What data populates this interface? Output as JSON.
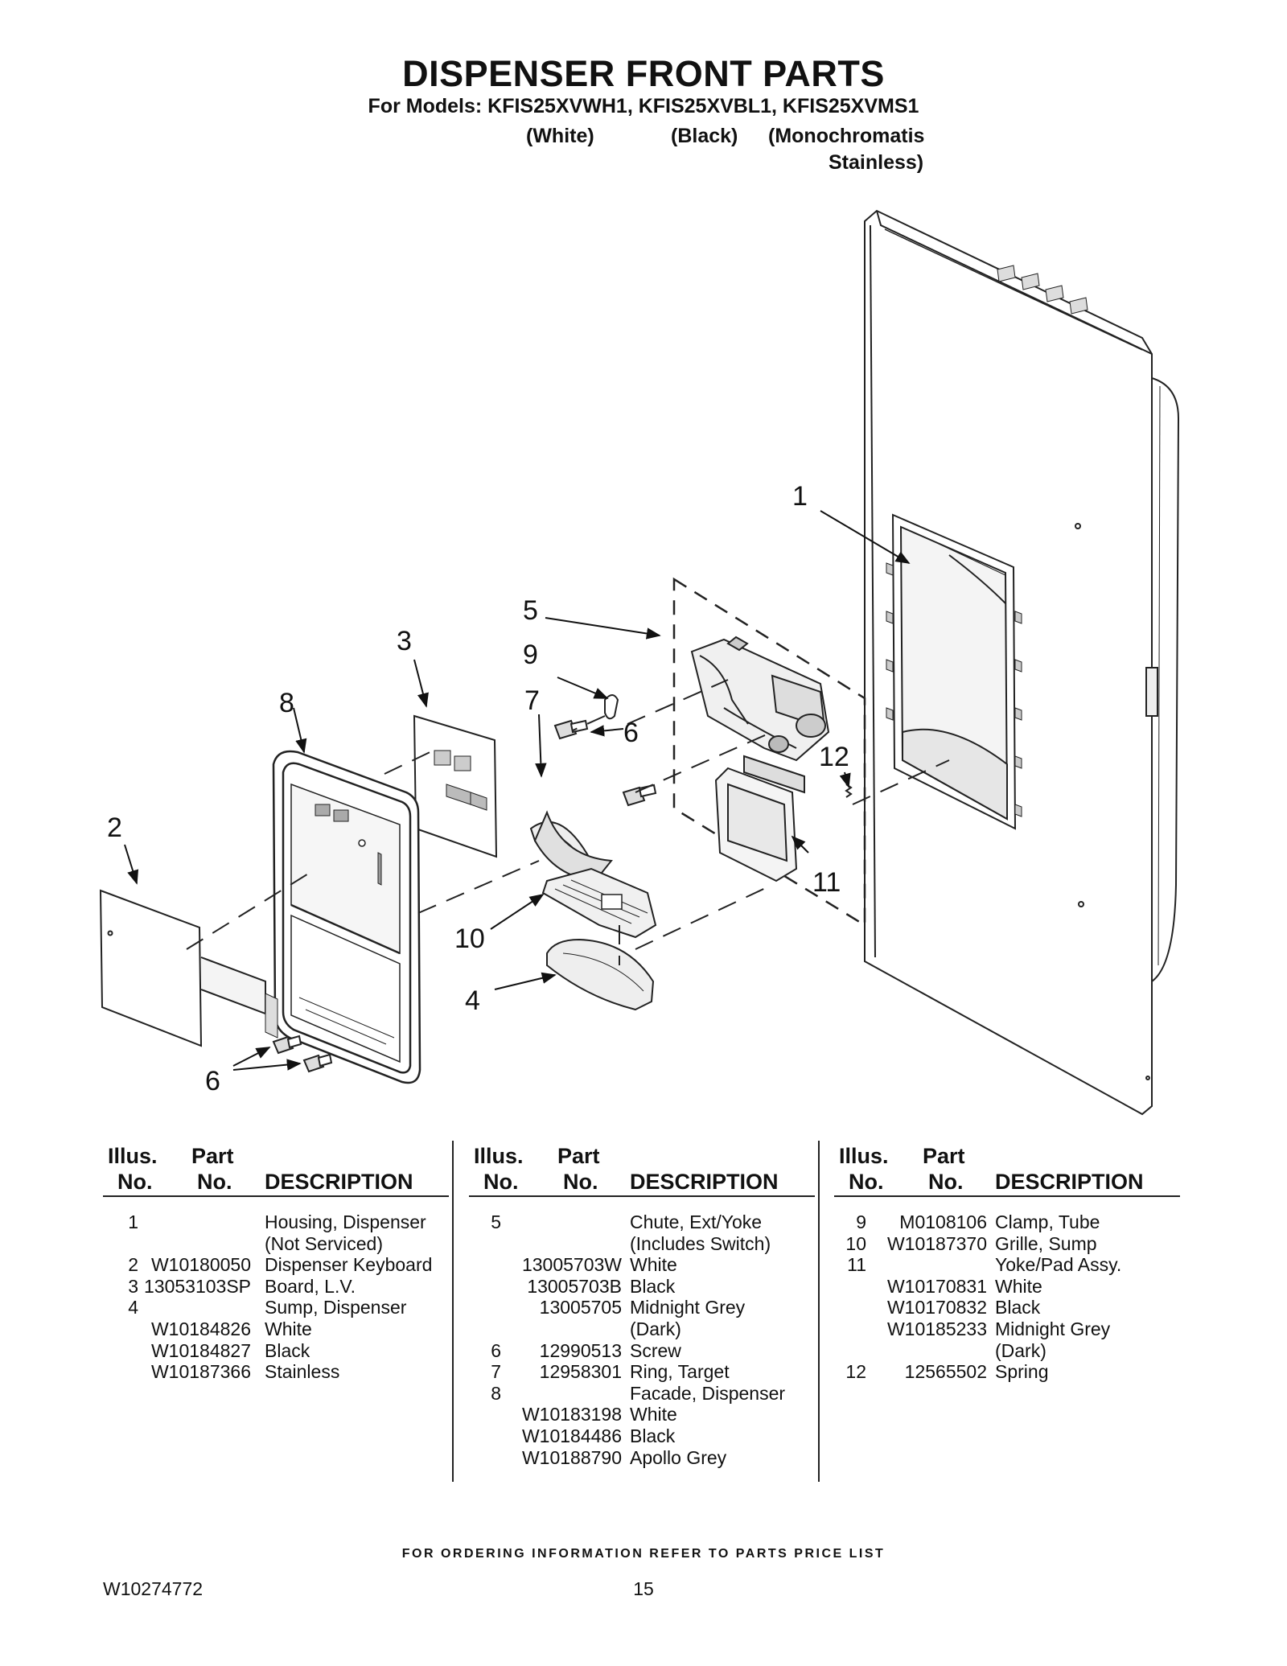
{
  "header": {
    "title": "DISPENSER FRONT PARTS",
    "models_line": "For Models: KFIS25XVWH1, KFIS25XVBL1, KFIS25XVMS1",
    "color_white": "(White)",
    "color_black": "(Black)",
    "color_mono_1": "(Monochromatis",
    "color_mono_2": "Stainless)"
  },
  "callouts": [
    "1",
    "2",
    "3",
    "4",
    "5",
    "6",
    "6",
    "7",
    "8",
    "9",
    "10",
    "11",
    "12"
  ],
  "table": {
    "headers": {
      "illus_1": "Illus.",
      "illus_2": "No.",
      "part_1": "Part",
      "part_2": "No.",
      "description": "DESCRIPTION"
    },
    "columns": [
      [
        {
          "illus": "1",
          "part": "",
          "desc": "Housing, Dispenser"
        },
        {
          "illus": "",
          "part": "",
          "desc": "(Not Serviced)"
        },
        {
          "illus": "2",
          "part": "W10180050",
          "desc": "Dispenser Keyboard"
        },
        {
          "illus": "3",
          "part": "13053103SP",
          "desc": "Board, L.V."
        },
        {
          "illus": "4",
          "part": "",
          "desc": "Sump, Dispenser"
        },
        {
          "illus": "",
          "part": "W10184826",
          "desc": "White"
        },
        {
          "illus": "",
          "part": "W10184827",
          "desc": "Black"
        },
        {
          "illus": "",
          "part": "W10187366",
          "desc": "Stainless"
        }
      ],
      [
        {
          "illus": "5",
          "part": "",
          "desc": "Chute, Ext/Yoke"
        },
        {
          "illus": "",
          "part": "",
          "desc": "(Includes Switch)"
        },
        {
          "illus": "",
          "part": "13005703W",
          "desc": "White"
        },
        {
          "illus": "",
          "part": "13005703B",
          "desc": "Black"
        },
        {
          "illus": "",
          "part": "13005705",
          "desc": "Midnight Grey"
        },
        {
          "illus": "",
          "part": "",
          "desc": "(Dark)"
        },
        {
          "illus": "6",
          "part": "12990513",
          "desc": "Screw"
        },
        {
          "illus": "7",
          "part": "12958301",
          "desc": "Ring, Target"
        },
        {
          "illus": "8",
          "part": "",
          "desc": "Facade, Dispenser"
        },
        {
          "illus": "",
          "part": "W10183198",
          "desc": "White"
        },
        {
          "illus": "",
          "part": "W10184486",
          "desc": "Black"
        },
        {
          "illus": "",
          "part": "W10188790",
          "desc": "Apollo Grey"
        }
      ],
      [
        {
          "illus": "9",
          "part": "M0108106",
          "desc": "Clamp, Tube"
        },
        {
          "illus": "10",
          "part": "W10187370",
          "desc": "Grille, Sump"
        },
        {
          "illus": "11",
          "part": "",
          "desc": "Yoke/Pad Assy."
        },
        {
          "illus": "",
          "part": "W10170831",
          "desc": "White"
        },
        {
          "illus": "",
          "part": "W10170832",
          "desc": "Black"
        },
        {
          "illus": "",
          "part": "W10185233",
          "desc": "Midnight Grey"
        },
        {
          "illus": "",
          "part": "",
          "desc": "(Dark)"
        },
        {
          "illus": "12",
          "part": "12565502",
          "desc": "Spring"
        }
      ]
    ]
  },
  "footer": {
    "ordering_note": "FOR ORDERING INFORMATION REFER TO PARTS PRICE LIST",
    "doc_number": "W10274772",
    "page_number": "15"
  }
}
